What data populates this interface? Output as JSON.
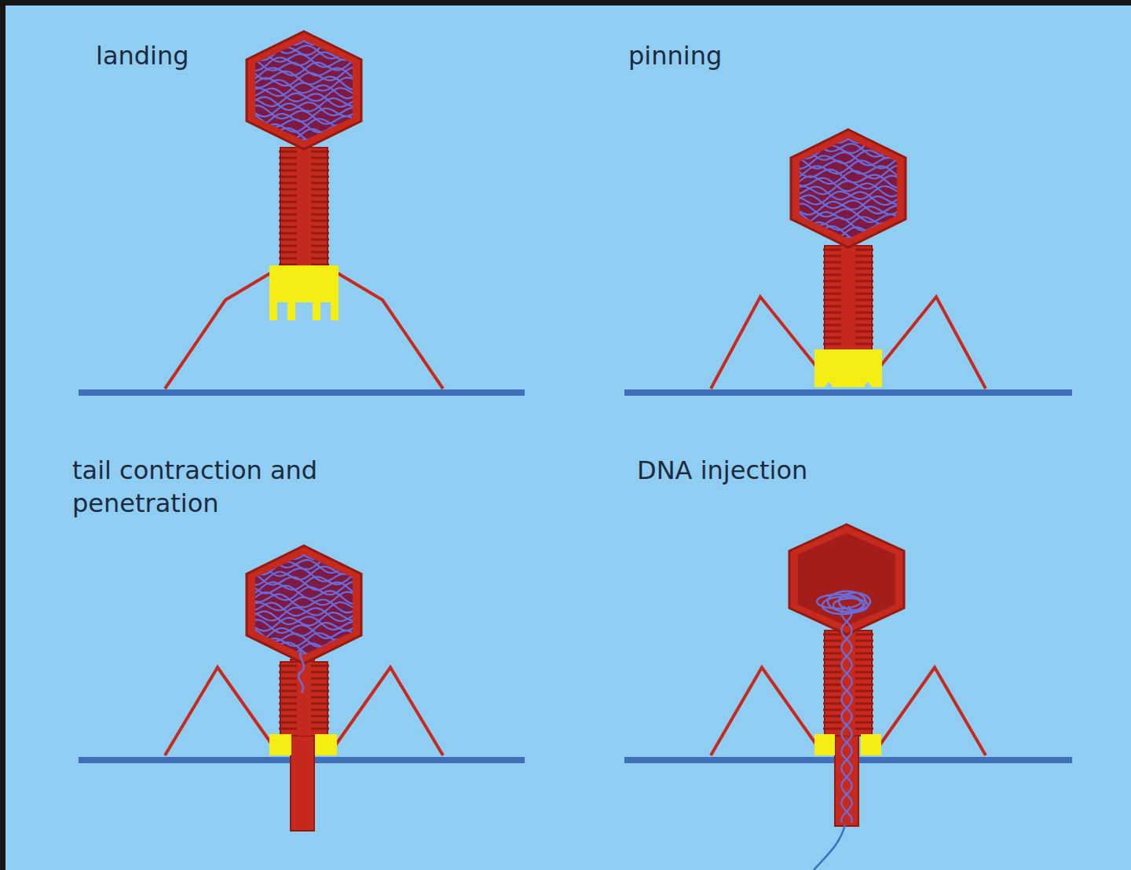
{
  "diagram": {
    "labels": [
      "landing",
      "pinning",
      "tail contraction and penetration",
      "DNA injection"
    ]
  }
}
